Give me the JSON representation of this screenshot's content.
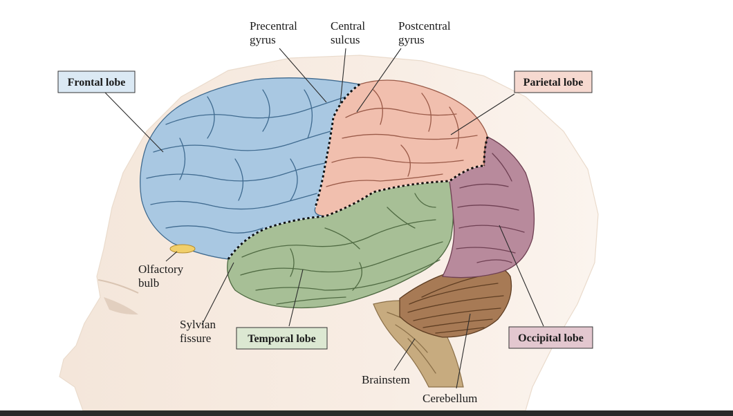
{
  "labels": {
    "precentral": [
      "Precentral",
      "gyrus"
    ],
    "central": [
      "Central",
      "sulcus"
    ],
    "postcentral": [
      "Postcentral",
      "gyrus"
    ],
    "olfactory": [
      "Olfactory",
      "bulb"
    ],
    "sylvian": [
      "Sylvian",
      "fissure"
    ],
    "brainstem": "Brainstem",
    "cerebellum": "Cerebellum"
  },
  "boxes": {
    "frontal": "Frontal lobe",
    "parietal": "Parietal lobe",
    "temporal": "Temporal lobe",
    "occipital": "Occipital lobe"
  },
  "colors": {
    "frontal_fill": "#a9c8e2",
    "frontal_stroke": "#3f6a8f",
    "frontal_box": "#dbe9f4",
    "parietal_fill": "#f1bfae",
    "parietal_stroke": "#9a5a48",
    "parietal_box": "#f6d9d0",
    "temporal_fill": "#a7bf96",
    "temporal_stroke": "#4f6a42",
    "temporal_box": "#dce8d2",
    "occipital_fill": "#b88a9c",
    "occipital_stroke": "#6e3f52",
    "occipital_box": "#e3c7cf",
    "cerebellum_fill": "#a77a55",
    "brainstem_fill": "#c7ab7f",
    "skin": "#f3e3d4",
    "olfactory_bulb": "#f1cf6a"
  }
}
